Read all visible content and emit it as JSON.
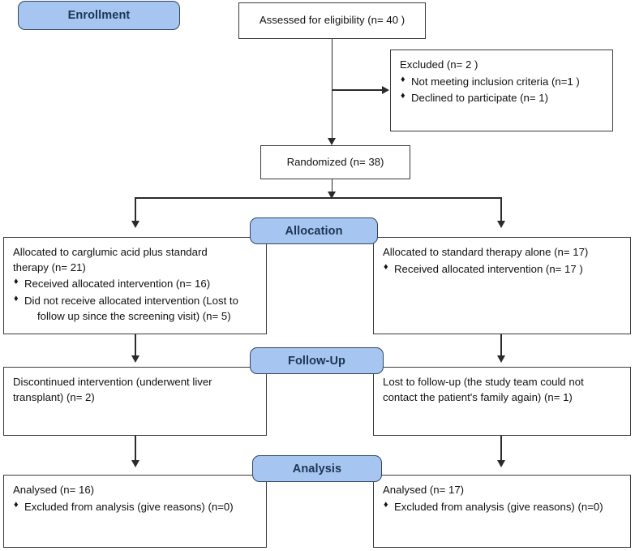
{
  "diagram": {
    "title": "CONSORT participant flow diagram",
    "accent_color": "#a6c5f0",
    "accent_border_color": "#31475f",
    "line_color": "#2b2b2b",
    "box_border_color": "#3b3b3b"
  },
  "stages": {
    "enrollment": "Enrollment",
    "allocation": "Allocation",
    "followup": "Follow-Up",
    "analysis": "Analysis"
  },
  "nodes": {
    "assessed": {
      "text": "Assessed for eligibility (n= 40 )"
    },
    "excluded": {
      "heading": "Excluded  (n= 2 )",
      "bullets": [
        "Not meeting inclusion criteria (n=1 )",
        "Declined to participate (n= 1)"
      ]
    },
    "randomized": {
      "text": "Randomized (n= 38)"
    },
    "alloc_left": {
      "heading_line1": "Allocated to carglumic acid plus standard",
      "heading_line2": "therapy (n= 21)",
      "bullets": [
        {
          "main": "Received allocated intervention (n= 16)",
          "cont": ""
        },
        {
          "main": "Did not receive allocated intervention (Lost to",
          "cont": "follow up since the screening visit) (n= 5)"
        }
      ]
    },
    "alloc_right": {
      "heading_line1": "Allocated to standard therapy alone (n= 17)",
      "heading_line2": "",
      "bullets": [
        {
          "main": "Received allocated intervention (n= 17 )",
          "cont": ""
        }
      ]
    },
    "follow_left": {
      "line1": "Discontinued intervention (underwent liver",
      "line2": "transplant) (n= 2)"
    },
    "follow_right": {
      "line1": "Lost to follow-up (the study team could not",
      "line2": "contact the patient's family again) (n= 1)"
    },
    "analysis_left": {
      "heading": "Analysed  (n= 16)",
      "bullets": [
        "Excluded from analysis (give reasons) (n=0)"
      ]
    },
    "analysis_right": {
      "heading": "Analysed  (n= 17)",
      "bullets": [
        "Excluded from analysis (give reasons) (n=0)"
      ]
    }
  }
}
